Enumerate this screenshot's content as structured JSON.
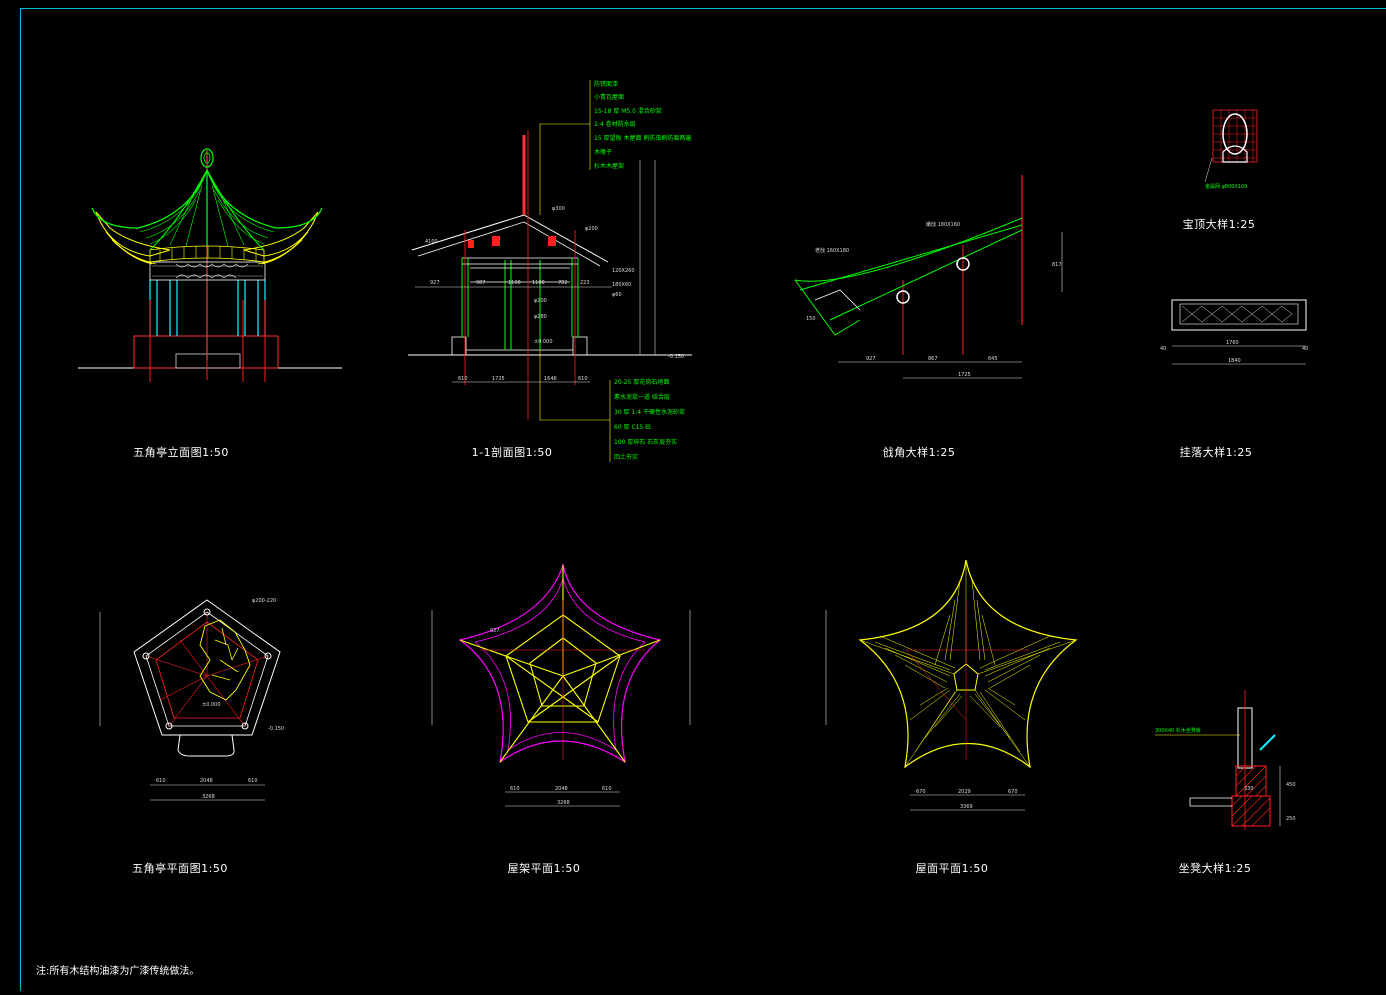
{
  "drawing": {
    "titles": {
      "elevation": "五角亭立面图1:50",
      "section": "1-1剖面图1:50",
      "eave_corner": "戗角大样1:25",
      "finial": "宝顶大样1:25",
      "railing": "挂落大样1:25",
      "plan": "五角亭平面图1:50",
      "roof_frame": "屋架平面1:50",
      "roof_plan": "屋面平面1:50",
      "bench": "坐凳大样1:25"
    },
    "note": "注:所有木结构油漆为广漆传统做法。",
    "colors": {
      "background": "#000000",
      "frame": "#00bcd4",
      "structure": "#ffff00",
      "roof": "#00ff00",
      "columns": "#00ffff",
      "axis": "#ff2020",
      "dimensions": "#ffffff",
      "annotations": "#00ff00",
      "purlin": "#ff00ff"
    }
  }
}
